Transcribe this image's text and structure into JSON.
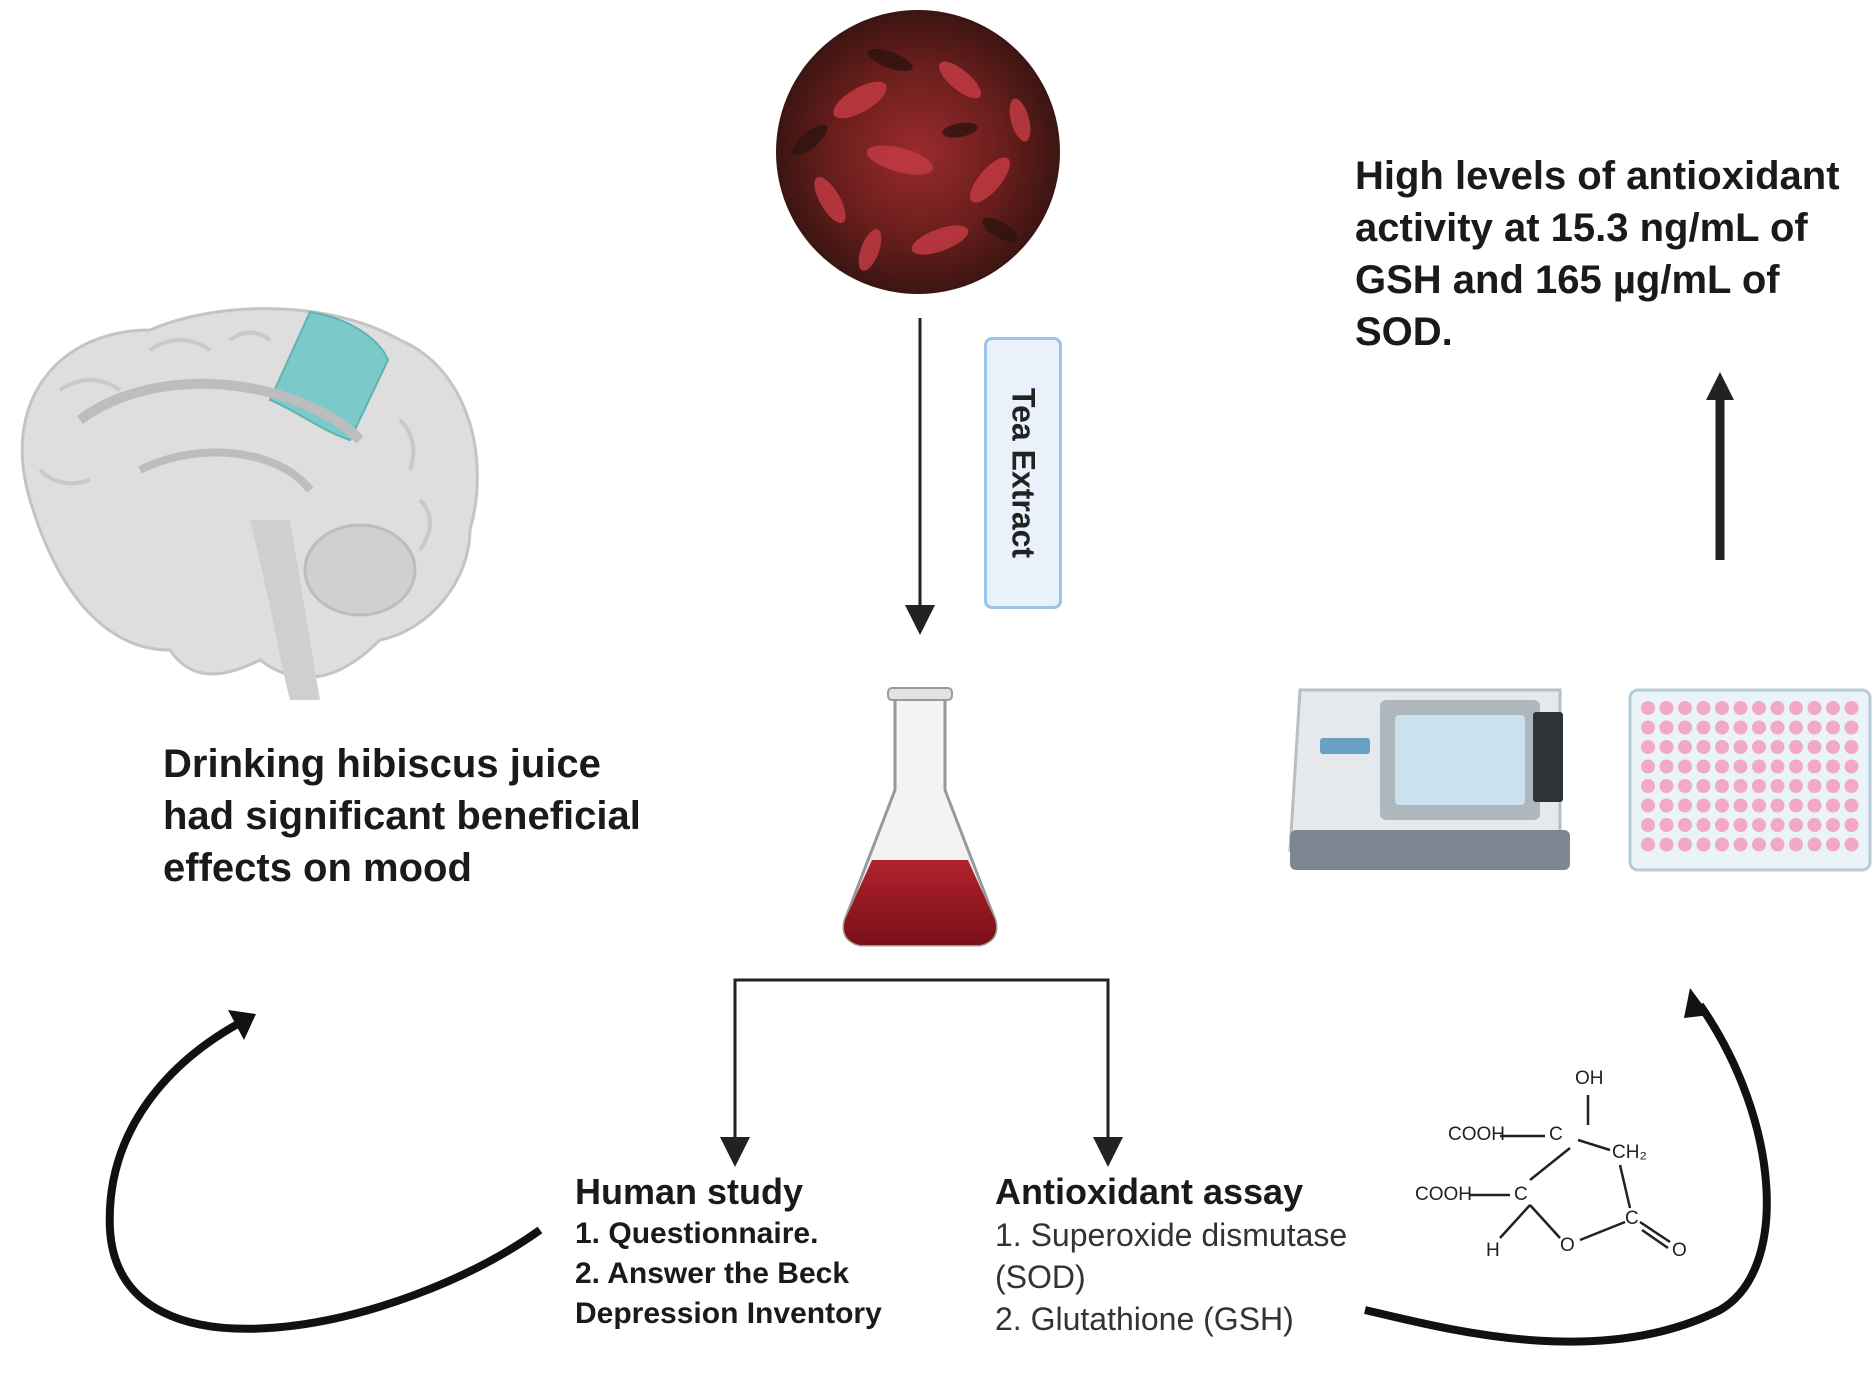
{
  "result_text": "High levels of antioxidant activity at 15.3 ng/mL of GSH and 165 µg/mL of SOD.",
  "outcome_text": "Drinking hibiscus juice had significant beneficial effects on mood",
  "process_label": "Tea Extract",
  "human_study": {
    "title": "Human study",
    "items": [
      "1. Questionnaire.",
      "2. Answer the Beck Depression Inventory"
    ]
  },
  "antioxidant_assay": {
    "title": "Antioxidant assay",
    "items": [
      "1. Superoxide dismutase (SOD)",
      "2. Glutathione (GSH)"
    ]
  },
  "structure_labels": {
    "oh": "OH",
    "cooh_top": "COOH",
    "cooh_bottom": "COOH",
    "ch2": "CH₂",
    "h": "H",
    "o_ring": "O",
    "o_carbonyl": "O",
    "c_top": "C",
    "c_mid": "C",
    "c_right": "C"
  },
  "colors": {
    "tea_red": "#8f1a22",
    "tea_dark": "#4a1a14",
    "brain_gray": "#dcdcdc",
    "brain_highlight": "#6fc4c4",
    "label_border": "#9ec3e8",
    "well_pink": "#f2a9c3"
  }
}
